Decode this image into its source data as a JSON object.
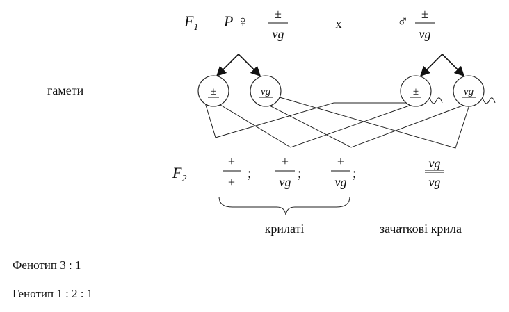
{
  "parents": {
    "generation_label": "F",
    "generation_sub": "1",
    "cross_prefix": "P",
    "female_symbol": "♀",
    "female_top": "±",
    "female_bottom": "vg",
    "cross_sign": "x",
    "male_symbol": "♂",
    "male_top": "±",
    "male_bottom": "vg"
  },
  "gametes": {
    "label": "гамети",
    "female": [
      "±",
      "vg"
    ],
    "male": [
      "±",
      "vg"
    ]
  },
  "offspring": {
    "generation_label": "F",
    "generation_sub": "2",
    "genotypes": [
      {
        "top": "±",
        "bottom": "+",
        "sep": ";"
      },
      {
        "top": "±",
        "bottom": "vg",
        "sep": ";"
      },
      {
        "top": "±",
        "bottom": "vg",
        "sep": ";"
      },
      {
        "top": "vg",
        "bottom": "vg",
        "sep": ""
      }
    ],
    "winged_label": "крилаті",
    "vestigial_label": "зачаткові крила"
  },
  "ratios": {
    "phenotype": "Фенотип 3 : 1",
    "genotype": "Генотип 1 : 2 : 1"
  }
}
